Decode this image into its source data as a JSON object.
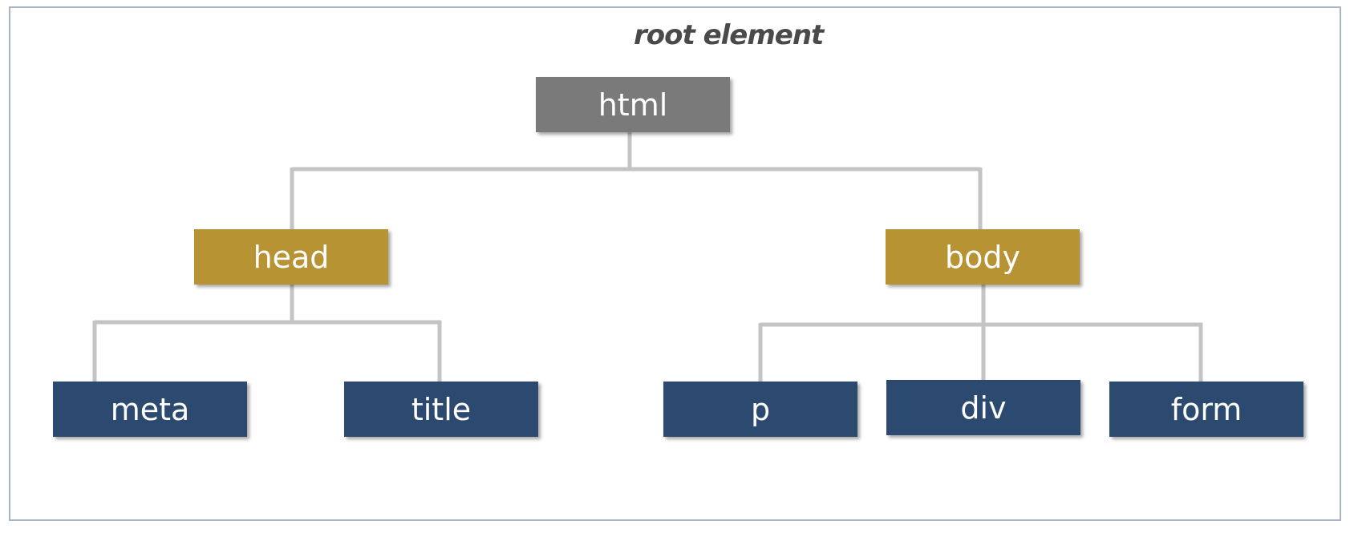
{
  "annotation": "root element",
  "nodes": {
    "html": "html",
    "head": "head",
    "body": "body",
    "meta": "meta",
    "title": "title",
    "p": "p",
    "div": "div",
    "form": "form"
  },
  "colors": {
    "root": "#7a7a7a",
    "level1": "#b79334",
    "level2": "#2c4a70",
    "connector": "#c4c4c4",
    "frame_border": "#a9b3c7"
  }
}
